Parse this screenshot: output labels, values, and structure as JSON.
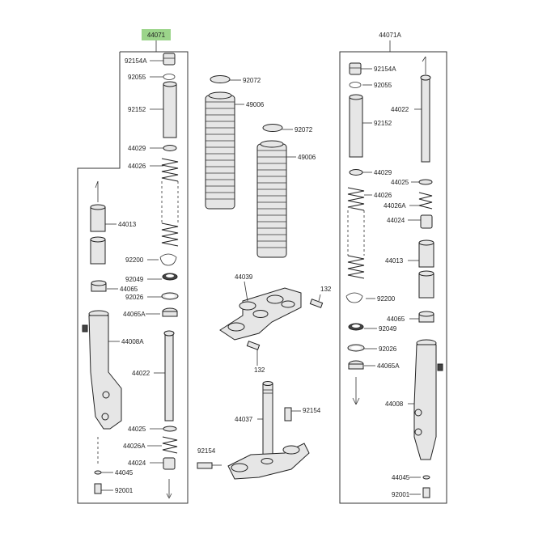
{
  "diagram": {
    "highlight_color": "#9bd48a",
    "left_assembly": {
      "header": "44071",
      "labels": [
        "92154A",
        "92055",
        "92152",
        "44029",
        "44026",
        "44013",
        "92200",
        "92049",
        "44065",
        "92026",
        "44065A",
        "44008A",
        "44022",
        "44025",
        "44026A",
        "44024",
        "44045",
        "92001"
      ]
    },
    "right_assembly": {
      "header": "44071A",
      "labels": [
        "92154A",
        "92055",
        "44022",
        "92152",
        "44029",
        "44025",
        "44026",
        "44026A",
        "44024",
        "44013",
        "92200",
        "44065",
        "92049",
        "92026",
        "44065A",
        "44008",
        "44045",
        "92001"
      ]
    },
    "center_parts": {
      "labels": [
        "92072",
        "49006",
        "92072",
        "49006",
        "44039",
        "132",
        "132",
        "44037",
        "92154",
        "92154"
      ]
    }
  }
}
